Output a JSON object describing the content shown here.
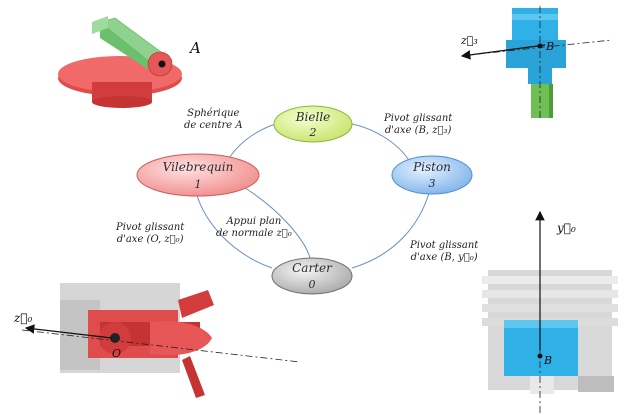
{
  "nodes": [
    {
      "id": "bielle",
      "name": "Bielle",
      "num": "2",
      "fill": "#d9ef8a",
      "stroke": "#8bb43e"
    },
    {
      "id": "vilebrequin",
      "name": "Vilebrequin",
      "num": "1",
      "fill": "#f7a3a3",
      "stroke": "#d25a5a"
    },
    {
      "id": "piston",
      "name": "Piston",
      "num": "3",
      "fill": "#9fc8f2",
      "stroke": "#4f8fd0"
    },
    {
      "id": "carter",
      "name": "Carter",
      "num": "0",
      "fill": "#c9c9c9",
      "stroke": "#6e6e6e"
    }
  ],
  "links": {
    "spherique": {
      "l1": "Sphérique",
      "l2": "de centre A"
    },
    "pivot_glissant_bz3": {
      "l1": "Pivot glissant",
      "l2": "d'axe (B, z⃗₃)"
    },
    "pivot_glissant_oz0": {
      "l1": "Pivot glissant",
      "l2": "d'axe (O, z⃗₀)"
    },
    "appui_plan": {
      "l1": "Appui plan",
      "l2": "de normale z⃗₀"
    },
    "pivot_glissant_by0": {
      "l1": "Pivot glissant",
      "l2": "d'axe (B, y⃗₀)"
    }
  },
  "points": {
    "a": "A",
    "b_top": "B",
    "b_bottom": "B",
    "o": "O"
  },
  "axes": {
    "z3": "z⃗₃",
    "y0": "y⃗₀",
    "z0": "z⃗₀"
  },
  "colors": {
    "link_line": "#6b8fc9",
    "part_red": "#e04b4b",
    "part_green": "#8fd18f",
    "part_cyan": "#2fb0e6",
    "part_gray": "#cfcfcf"
  }
}
